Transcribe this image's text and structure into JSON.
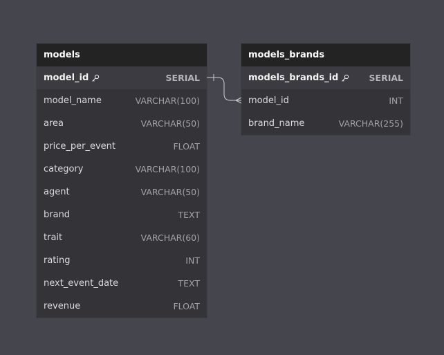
{
  "tables": [
    {
      "name": "models",
      "columns": [
        {
          "name": "model_id",
          "type": "SERIAL",
          "pk": true
        },
        {
          "name": "model_name",
          "type": "VARCHAR(100)"
        },
        {
          "name": "area",
          "type": "VARCHAR(50)"
        },
        {
          "name": "price_per_event",
          "type": "FLOAT"
        },
        {
          "name": "category",
          "type": "VARCHAR(100)"
        },
        {
          "name": "agent",
          "type": "VARCHAR(50)"
        },
        {
          "name": "brand",
          "type": "TEXT"
        },
        {
          "name": "trait",
          "type": "VARCHAR(60)"
        },
        {
          "name": "rating",
          "type": "INT"
        },
        {
          "name": "next_event_date",
          "type": "TEXT"
        },
        {
          "name": "revenue",
          "type": "FLOAT"
        }
      ]
    },
    {
      "name": "models_brands",
      "columns": [
        {
          "name": "models_brands_id",
          "type": "SERIAL",
          "pk": true
        },
        {
          "name": "model_id",
          "type": "INT"
        },
        {
          "name": "brand_name",
          "type": "VARCHAR(255)"
        }
      ]
    }
  ],
  "relationships": [
    {
      "from_table": "models",
      "from_column": "model_id",
      "to_table": "models_brands",
      "to_column": "model_id",
      "from_cardinality": "one",
      "to_cardinality": "many"
    }
  ],
  "icons": {
    "primary_key": "key-icon"
  },
  "colors": {
    "canvas": "#45454d",
    "table_body": "#333338",
    "table_header": "#232323",
    "relationship_line": "#cfcfd4"
  }
}
